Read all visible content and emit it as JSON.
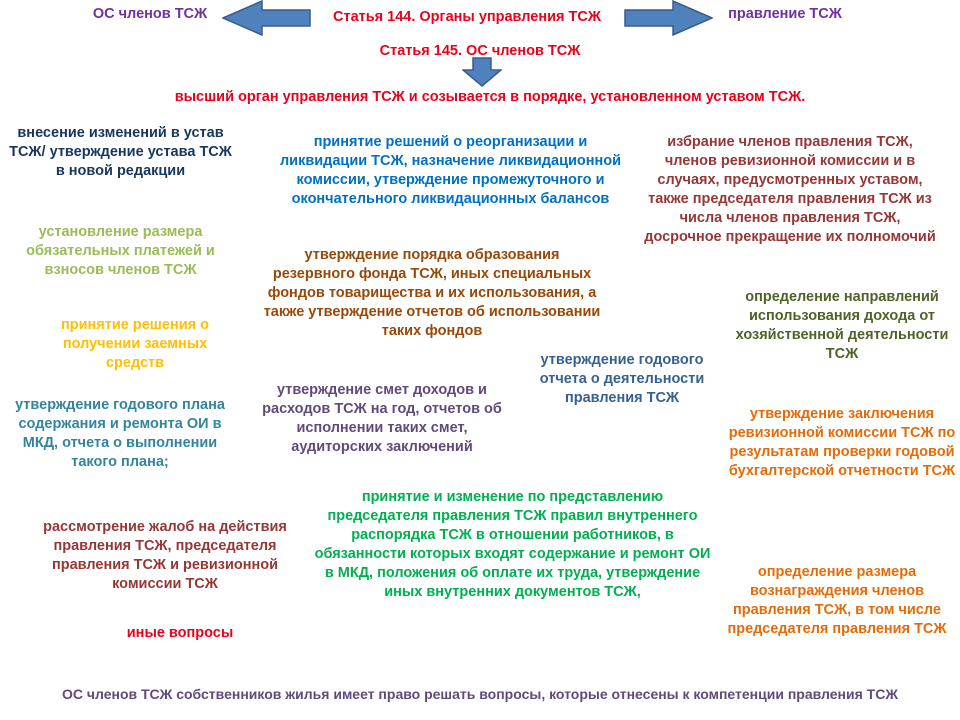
{
  "header": {
    "left_label": "ОС членов ТСЖ",
    "title": "Статья 144. Органы управления ТСЖ",
    "right_label": "правление ТСЖ",
    "subtitle": "Статья 145. ОС членов ТСЖ",
    "definition": "высший орган управления ТСЖ и созывается в порядке, установленном уставом ТСЖ."
  },
  "items": {
    "charter": "внесение изменений в устав ТСЖ/ утверждение устава ТСЖ в новой редакции",
    "reorganization": "принятие решений о реорганизации и ликвидации ТСЖ, назначение ликвидационной комиссии, утверждение промежуточного и окончательного ликвидационных балансов",
    "election": "избрание членов правления ТСЖ, членов ревизионной комиссии и в случаях, предусмотренных уставом, также председателя правления ТСЖ из числа членов правления ТСЖ, досрочное прекращение их полномочий",
    "payments": "установление размера обязательных платежей и взносов членов ТСЖ",
    "reserve_fund": "утверждение порядка образования резервного фонда ТСЖ, иных специальных фондов товарищества и их использования, а также утверждение отчетов об использовании таких фондов",
    "income_use": "определение направлений использования дохода от хозяйственной деятельности ТСЖ",
    "loans": "принятие решения о получении заемных средств",
    "annual_report": "утверждение годового отчета о деятельности правления ТСЖ",
    "estimates": "утверждение смет доходов и расходов ТСЖ на год, отчетов об исполнении таких смет, аудиторских заключений",
    "maintenance_plan": "утверждение годового плана содержания и ремонта ОИ в МКД, отчета о выполнении такого плана;",
    "audit_conclusion": "утверждение заключения ревизионной комиссии ТСЖ по результатам проверки годовой бухгалтерской отчетности ТСЖ",
    "internal_rules": "принятие и изменение по представлению председателя правления ТСЖ правил внутреннего распорядка ТСЖ в отношении работников, в обязанности которых входят содержание и ремонт ОИ в МКД, положения об оплате их труда, утверждение иных внутренних документов ТСЖ,",
    "complaints": "рассмотрение жалоб на действия правления ТСЖ, председателя правления ТСЖ и ревизионной комиссии ТСЖ",
    "remuneration": "определение размера вознаграждения членов правления ТСЖ, в том числе председателя правления ТСЖ",
    "other": "иные вопросы"
  },
  "footer": "ОС членов ТСЖ собственников жилья имеет право решать вопросы, которые отнесены к компетенции правления ТСЖ",
  "colors": {
    "arrow_fill": "#4f81bd",
    "arrow_stroke": "#385d8a",
    "red": "#e8001c",
    "purple": "#7030a0",
    "navy": "#17365d",
    "blue": "#0070c0",
    "maroon": "#953735",
    "olive": "#9bbb59",
    "brown": "#984807",
    "dark_olive": "#4f6228",
    "yellow": "#ffc000",
    "steel": "#376092",
    "grey_purple": "#604a7b",
    "teal": "#31859c",
    "orange": "#e36c09",
    "dark_red": "#953735",
    "green": "#00b050"
  }
}
